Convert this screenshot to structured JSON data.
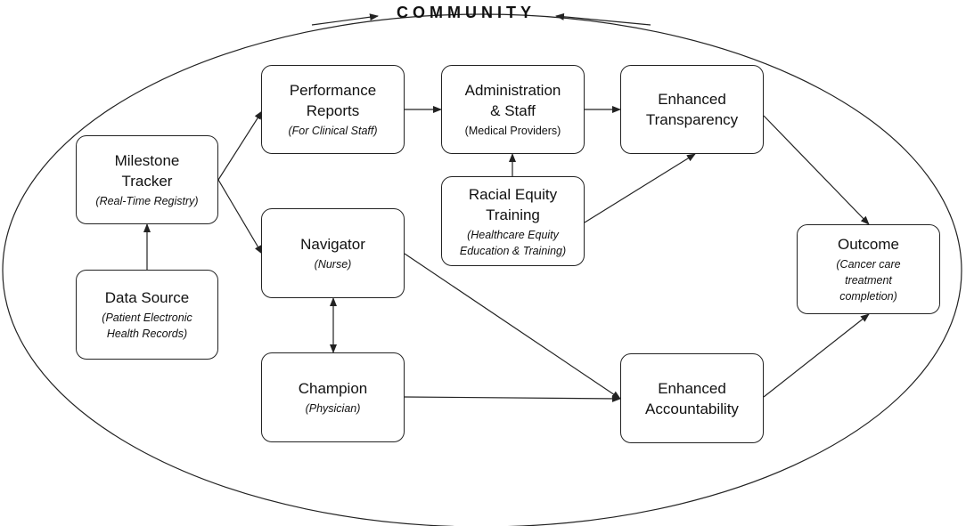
{
  "community": {
    "label": "COMMUNITY"
  },
  "nodes": {
    "milestone_tracker": {
      "title": "Milestone\nTracker",
      "subtitle": "(Real-Time Registry)"
    },
    "data_source": {
      "title": "Data Source",
      "subtitle": "(Patient Electronic\nHealth Records)"
    },
    "performance_reports": {
      "title": "Performance\nReports",
      "subtitle": "(For Clinical Staff)"
    },
    "navigator": {
      "title": "Navigator",
      "subtitle": "(Nurse)"
    },
    "champion": {
      "title": "Champion",
      "subtitle": "(Physician)"
    },
    "administration_staff": {
      "title": "Administration\n& Staff",
      "subtitle": "(Medical Providers)"
    },
    "racial_equity_training": {
      "title": "Racial Equity\nTraining",
      "subtitle": "(Healthcare Equity\nEducation & Training)"
    },
    "enhanced_transparency": {
      "title": "Enhanced\nTransparency"
    },
    "enhanced_accountability": {
      "title": "Enhanced\nAccountability"
    },
    "outcome": {
      "title": "Outcome",
      "subtitle": "(Cancer care\ntreatment\ncompletion)"
    }
  },
  "edges": [
    {
      "from": "data_source",
      "to": "milestone_tracker"
    },
    {
      "from": "milestone_tracker",
      "to": "performance_reports"
    },
    {
      "from": "milestone_tracker",
      "to": "navigator"
    },
    {
      "from": "performance_reports",
      "to": "administration_staff"
    },
    {
      "from": "administration_staff",
      "to": "enhanced_transparency"
    },
    {
      "from": "racial_equity_training",
      "to": "administration_staff"
    },
    {
      "from": "racial_equity_training",
      "to": "enhanced_transparency"
    },
    {
      "from": "navigator",
      "to": "champion",
      "bidirectional": true
    },
    {
      "from": "navigator",
      "to": "enhanced_accountability"
    },
    {
      "from": "champion",
      "to": "enhanced_accountability"
    },
    {
      "from": "enhanced_transparency",
      "to": "outcome"
    },
    {
      "from": "enhanced_accountability",
      "to": "outcome"
    }
  ]
}
